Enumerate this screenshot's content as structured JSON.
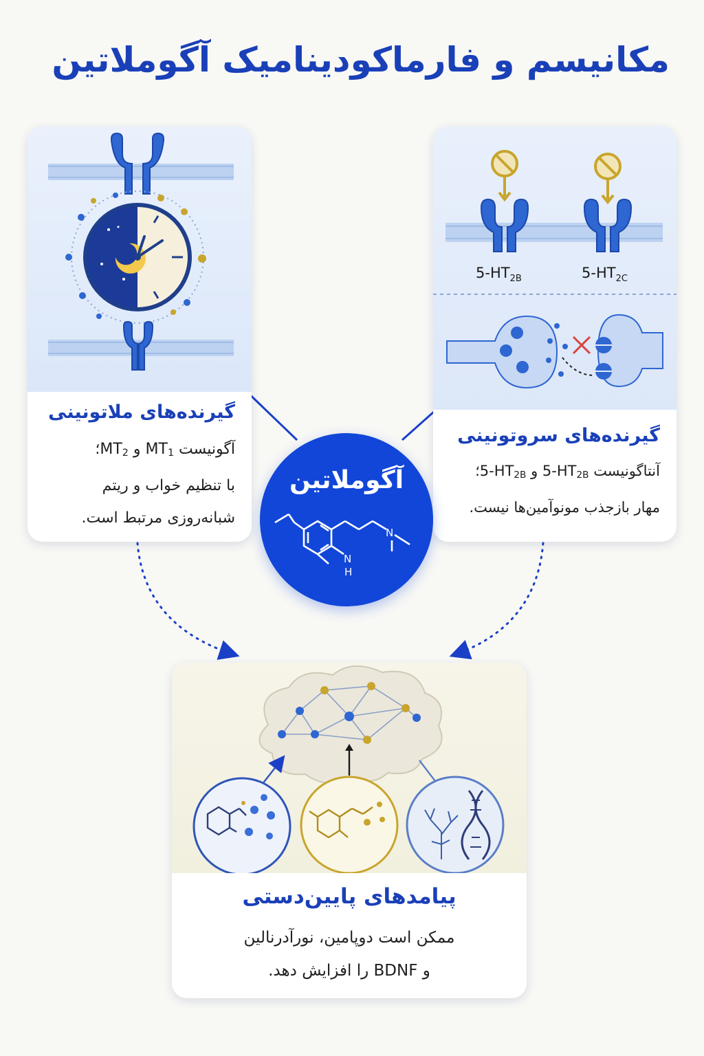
{
  "title": "مکانیسم و فارماکودینامیک آگوملاتین",
  "center": {
    "name": "آگوملاتین",
    "structure_label_n": "N",
    "structure_label_nh": "N",
    "structure_label_h": "H"
  },
  "melatonin": {
    "heading": "گیرنده‌های ملاتونینی",
    "line1_pre": "آگونیست ",
    "line1_mt": "MT",
    "line1_sub1": "1",
    "line1_and": " و ",
    "line1_mt2": "MT",
    "line1_sub2": "2",
    "line1_post": "؛",
    "line2": "با تنظیم خواب و ریتم",
    "line3": "شبانه‌روزی مرتبط است."
  },
  "serotonin": {
    "label_2b_main": "5-HT",
    "label_2b_sub": "2B",
    "label_2c_main": "5-HT",
    "label_2c_sub": "2C",
    "heading": "گیرنده‌های سروتونینی",
    "line1_pre": "آنتاگونیست ",
    "line1_ht_a": "5-HT",
    "line1_sub_a": "2B",
    "line1_and": " و ",
    "line1_ht_b": "5-HT",
    "line1_sub_b": "2B",
    "line1_post": "؛",
    "line2": "مهار بازجذب مونوآمین‌ها نیست."
  },
  "downstream": {
    "heading": "پیامدهای پایین‌دستی",
    "line1": "ممکن است دوپامین، نورآدرنالین",
    "line2": "و BDNF را افزایش دهد."
  },
  "colors": {
    "primary_blue": "#1146d8",
    "title_blue": "#1a40b8",
    "gold": "#c8a52c",
    "inhibit_red": "#d9453b"
  }
}
